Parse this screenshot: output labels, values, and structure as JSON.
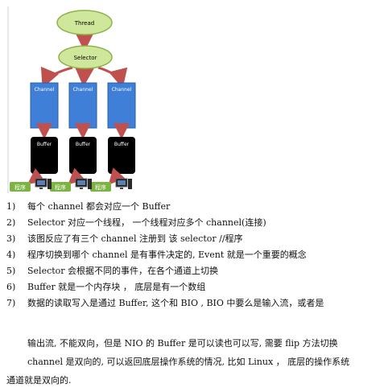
{
  "diagram": {
    "thread_label": "Thread",
    "selector_label": "Selector",
    "channel_label": "Channel",
    "buffer_label": "Buffer",
    "program_label": "程序",
    "colors": {
      "ellipse_fill": "#cfe79a",
      "ellipse_stroke": "#8fb24a",
      "channel_fill": "#3f7fd8",
      "channel_stroke": "#2a5ea8",
      "buffer_fill": "#000000",
      "arrow": "#c0504d",
      "program_fill": "#7cb342"
    },
    "icons": [
      "computer-icon"
    ]
  },
  "list": [
    {
      "num": "1)",
      "text": "每个 channel 都会对应一个 Buffer"
    },
    {
      "num": "2)",
      "text": "Selector 对应一个线程， 一个线程对应多个 channel(连接)"
    },
    {
      "num": "3)",
      "text": "该图反应了有三个 channel 注册到 该 selector //程序"
    },
    {
      "num": "4)",
      "text": "程序切换到哪个 channel 是有事件决定的, Event 就是一个重要的概念"
    },
    {
      "num": "5)",
      "text": "Selector 会根据不同的事件，在各个通道上切换"
    },
    {
      "num": "6)",
      "text": "Buffer 就是一个内存块 ， 底层是有一个数组"
    },
    {
      "num": "7)",
      "text": "数据的读取写入是通过 Buffer, 这个和 BIO , BIO 中要么是输入流，或者是"
    }
  ],
  "continuation": {
    "line1": "输出流, 不能双向，但是 NIO 的 Buffer 是可以读也可以写, 需要 flip 方法切换",
    "line2": "channel 是双向的, 可以返回底层操作系统的情况, 比如 Linux ， 底层的操作系统",
    "line3": "通道就是双向的."
  }
}
